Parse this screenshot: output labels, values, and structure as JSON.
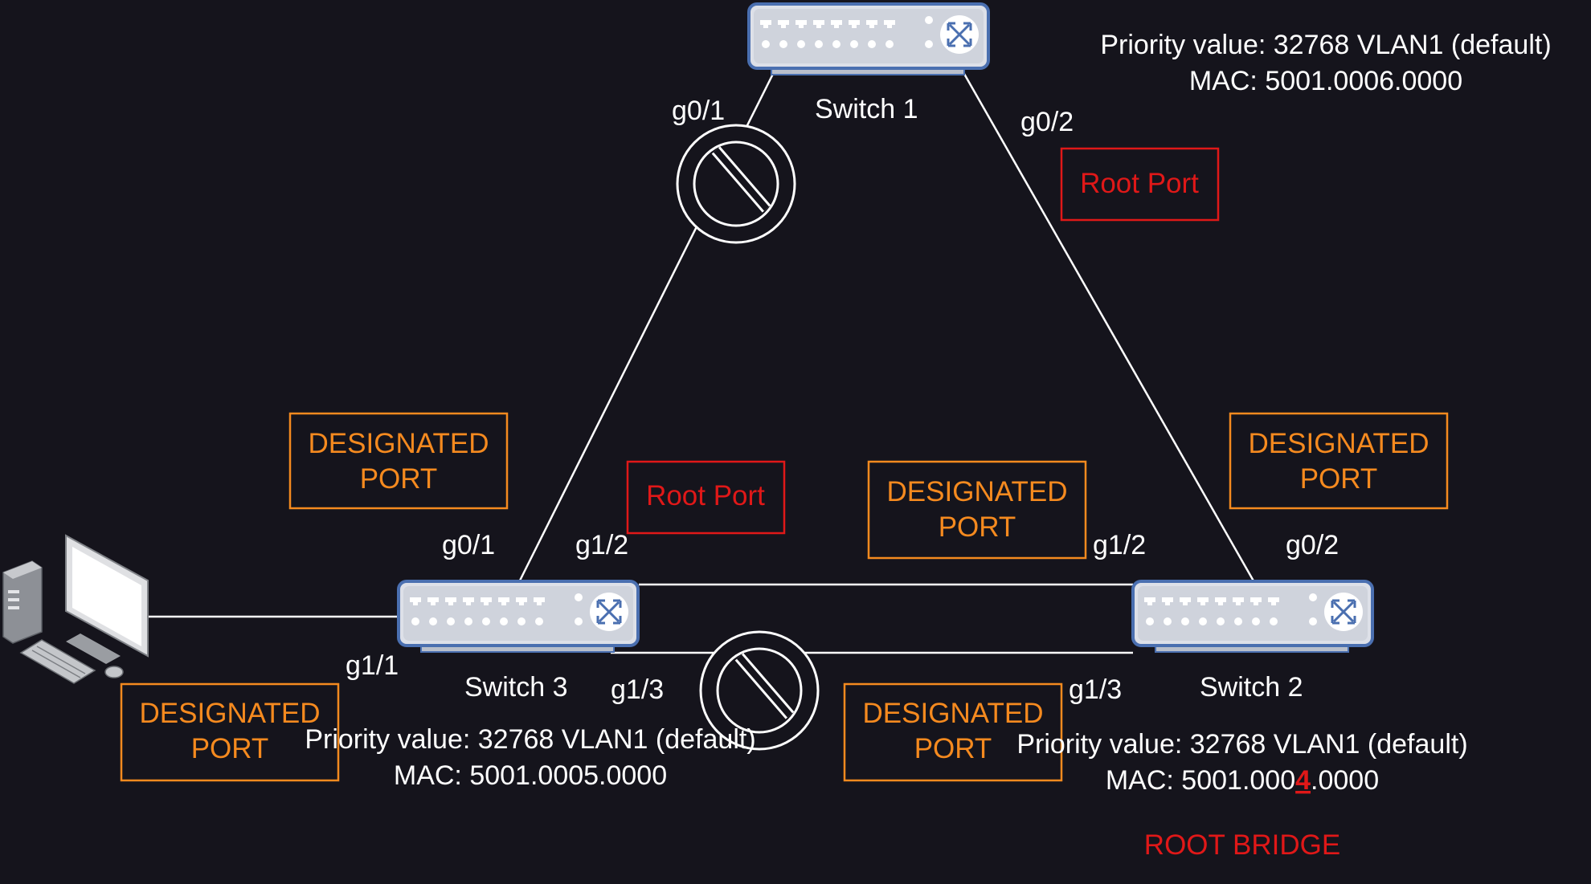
{
  "colors": {
    "background": "#15141c",
    "link": "#ffffff",
    "designated": "#f58a1f",
    "root": "#e01818",
    "switch_body": "#dde0e8",
    "switch_border": "#4a6fb0"
  },
  "switches": {
    "s1": {
      "name": "Switch 1",
      "priority": "Priority value: 32768 VLAN1 (default)",
      "mac": "MAC: 5001.0006.0000"
    },
    "s2": {
      "name": "Switch 2",
      "priority": "Priority value: 32768 VLAN1 (default)",
      "mac_prefix": "MAC: 5001.000",
      "mac_highlight": "4",
      "mac_suffix": ".0000",
      "role": "ROOT BRIDGE"
    },
    "s3": {
      "name": "Switch 3",
      "priority": "Priority value: 32768 VLAN1 (default)",
      "mac": "MAC: 5001.0005.0000"
    }
  },
  "ports": {
    "s1_g01": "g0/1",
    "s1_g02": "g0/2",
    "s3_g01": "g0/1",
    "s3_g12": "g1/2",
    "s3_g11": "g1/1",
    "s3_g13": "g1/3",
    "s2_g12": "g1/2",
    "s2_g02": "g0/2",
    "s2_g13": "g1/3"
  },
  "roles": {
    "root_port": "Root Port",
    "designated_line1": "DESIGNATED",
    "designated_line2": "PORT"
  },
  "icons": [
    "switch-icon",
    "blocked-port-icon",
    "pc-icon"
  ]
}
